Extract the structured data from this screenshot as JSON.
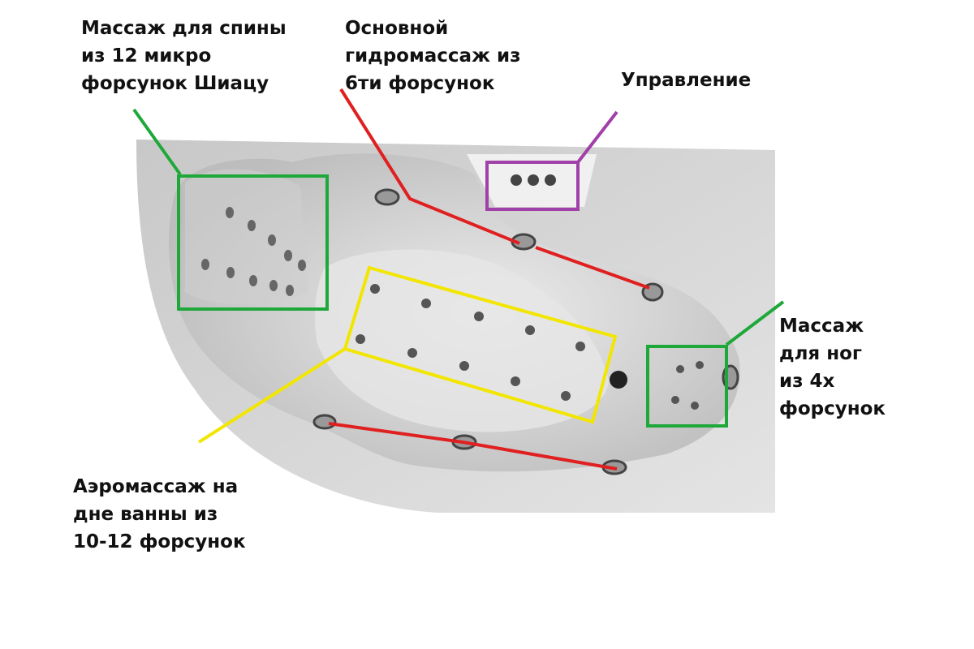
{
  "labels": {
    "back_massage": [
      "Массаж для спины",
      "из 12 микро",
      "форсунок Шиацу"
    ],
    "main_hydro": [
      "Основной",
      "гидромассаж из",
      "6ти форсунок"
    ],
    "control": [
      "Управление"
    ],
    "foot_massage": [
      "Массаж",
      "для ног",
      "из 4х",
      "форсунок"
    ],
    "aero_massage": [
      "Аэромассаж на",
      "дне ванны из",
      "10-12 форсунок"
    ]
  },
  "colors": {
    "back": "#1fa83a",
    "hydro": "#e02020",
    "control": "#a040a8",
    "aero": "#f2e600",
    "foot": "#1fa83a",
    "tub": "#d6d6d6"
  }
}
